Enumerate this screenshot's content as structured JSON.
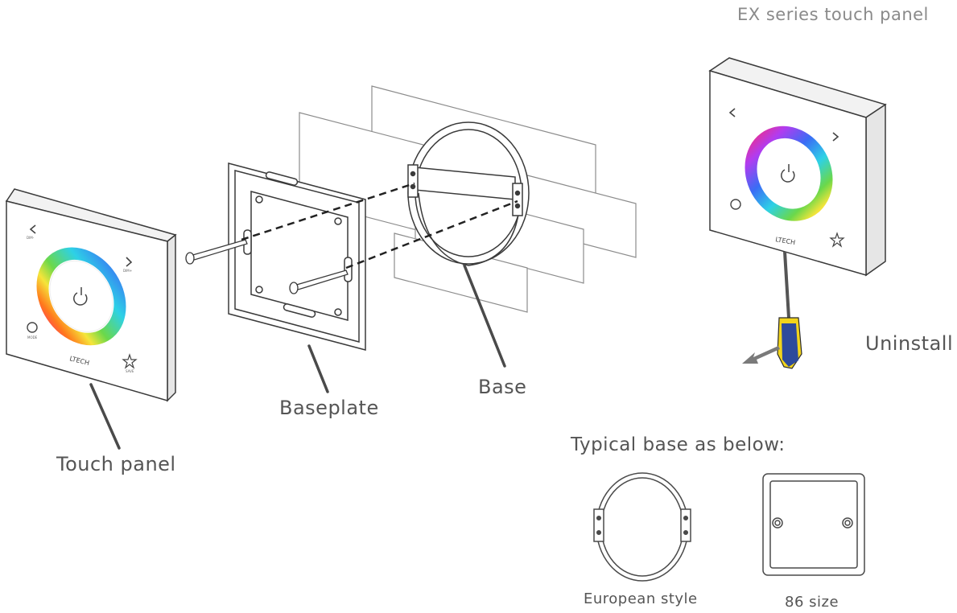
{
  "header": {
    "title": "EX series touch panel"
  },
  "callouts": {
    "touch_panel": "Touch panel",
    "baseplate": "Baseplate",
    "base": "Base",
    "uninstall": "Uninstall"
  },
  "typical_base": {
    "heading": "Typical base as below:",
    "european": "European style",
    "size86": "86 size"
  },
  "panel": {
    "brand": "LTECH",
    "btn_dim_down": "DIM-",
    "btn_dim_up": "DIM+",
    "btn_mode": "MODE",
    "btn_save": "SAVE"
  }
}
